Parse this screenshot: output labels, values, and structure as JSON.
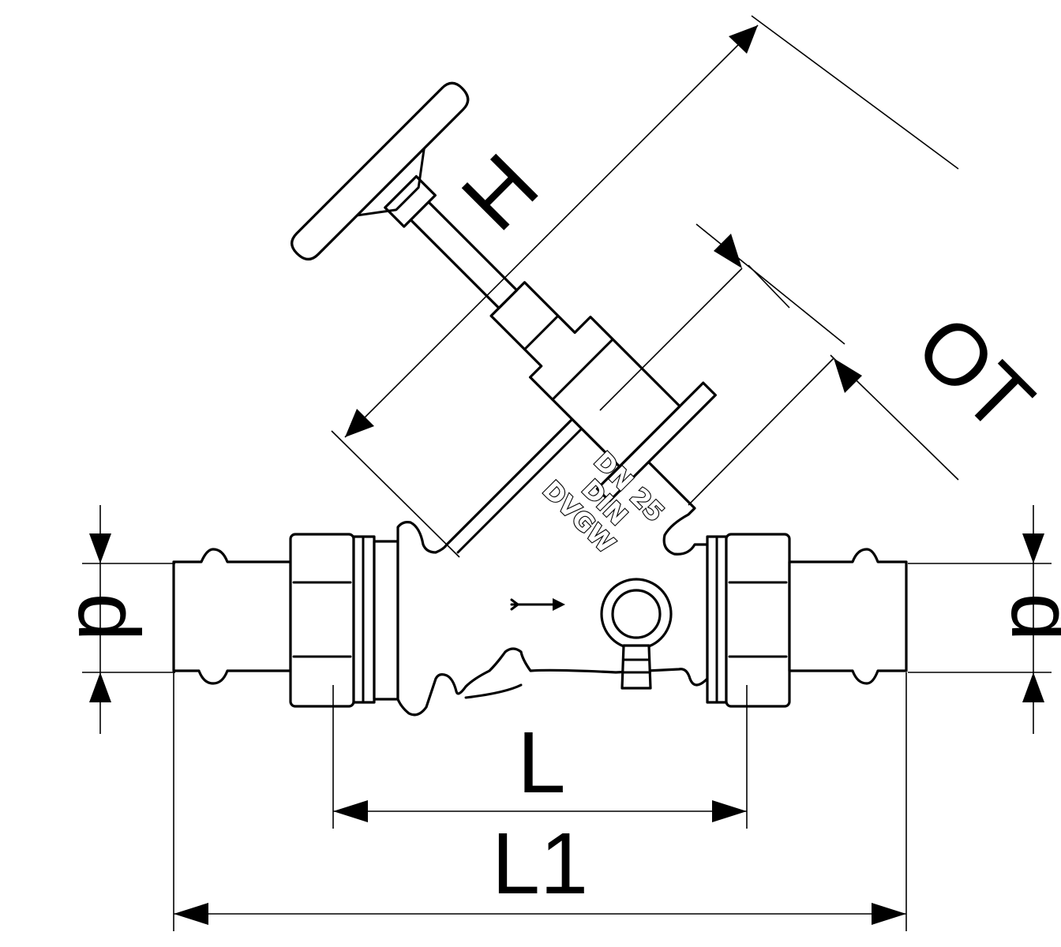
{
  "dimensions": {
    "height_label": "H",
    "offset_label": "OT",
    "length_label": "L",
    "overall_length_label": "L1",
    "diameter_left_label": "d",
    "diameter_right_label": "d"
  },
  "body_marking": {
    "line1": "DN 25",
    "line2": "DIN",
    "line3": "DVGW"
  },
  "colors": {
    "line": "#000000",
    "fill": "#ffffff"
  }
}
